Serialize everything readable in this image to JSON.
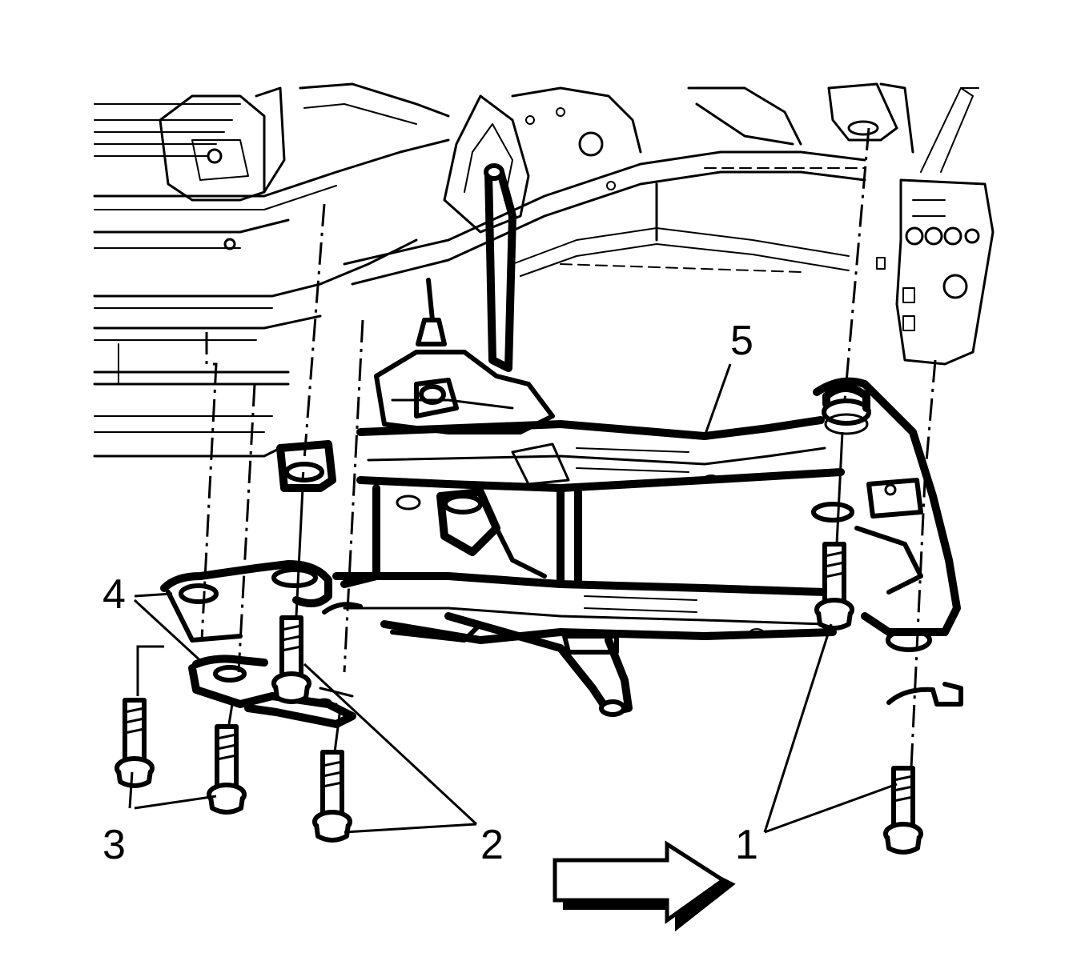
{
  "diagram": {
    "callouts": [
      {
        "id": "1",
        "label": "1"
      },
      {
        "id": "2",
        "label": "2"
      },
      {
        "id": "3",
        "label": "3"
      },
      {
        "id": "4",
        "label": "4"
      },
      {
        "id": "5",
        "label": "5"
      }
    ],
    "direction_arrow": "forward-arrow-icon",
    "colors": {
      "line": "#000000",
      "background": "#ffffff"
    }
  }
}
